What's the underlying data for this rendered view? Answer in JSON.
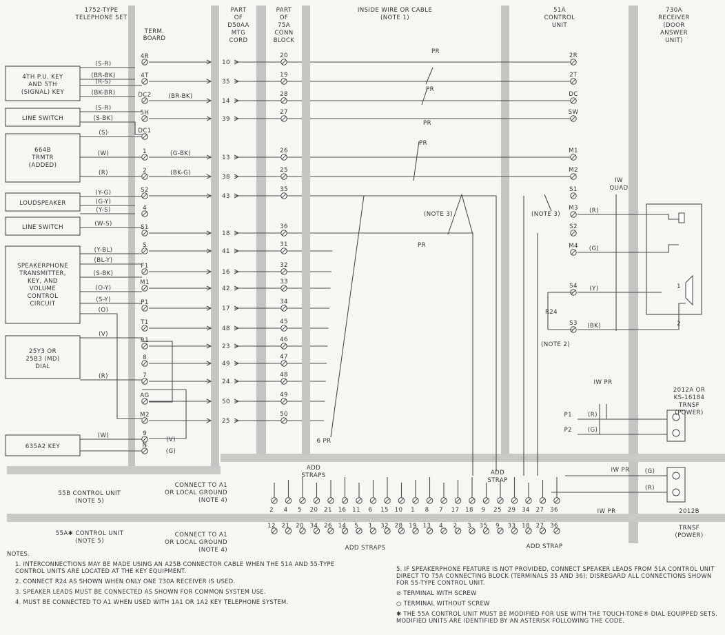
{
  "headers": {
    "set": [
      "1752-TYPE",
      "TELEPHONE SET"
    ],
    "term_board": [
      "TERM.",
      "BOARD"
    ],
    "d50aa": [
      "PART",
      "OF",
      "D50AA",
      "MTG",
      "CORD"
    ],
    "conn75a": [
      "PART",
      "OF",
      "75A",
      "CONN",
      "BLOCK"
    ],
    "inside_wire": [
      "INSIDE WIRE OR CABLE",
      "(NOTE 1)"
    ],
    "unit51a": [
      "51A",
      "CONTROL",
      "UNIT"
    ],
    "receiver": [
      "730A",
      "RECEIVER",
      "(DOOR",
      "ANSWER",
      "UNIT)"
    ]
  },
  "boxes": {
    "key45": [
      "4TH P.U. KEY",
      "AND 5TH",
      "(SIGNAL) KEY"
    ],
    "line_switch_1": "LINE SWITCH",
    "trmtr": [
      "664B",
      "TRMTR",
      "(ADDED)"
    ],
    "loudspeaker": "LOUDSPEAKER",
    "line_switch_2": "LINE SWITCH",
    "spkrphone": [
      "SPEAKERPHONE",
      "TRANSMITTER,",
      "KEY, AND",
      "VOLUME",
      "CONTROL",
      "CIRCUIT"
    ],
    "dial": [
      "25Y3 OR",
      "25B3 (MD)",
      "DIAL"
    ],
    "key635": "635A2 KEY"
  },
  "left_wire_labels": [
    "(S-R)",
    "(BR-BK)",
    "(R-S)",
    "(BK-BR)",
    "(S-R)",
    "(S-BK)",
    "(S)",
    "(W)",
    "(R)",
    "(Y-G)",
    "(G-Y)",
    "(Y-S)",
    "(W-S)",
    "(Y-BL)",
    "(BL-Y)",
    "(S-BK)",
    "(O-Y)",
    "(S-Y)",
    "(O)",
    "(V)",
    "(R)",
    "(W)"
  ],
  "mid_wire_labels": [
    "(BR-BK)",
    "(G-BK)",
    "(BK-G)",
    "(V)",
    "(G)"
  ],
  "term_board_labels": [
    "4R",
    "4T",
    "DC2",
    "5H",
    "DC1",
    "1",
    "2",
    "S2",
    "4",
    "S1",
    "S",
    "F1",
    "M1",
    "P1",
    "T1",
    "R1",
    "8",
    "7",
    "AG",
    "M2",
    "9",
    "N"
  ],
  "cord_numbers": [
    "10",
    "35",
    "14",
    "39",
    "13",
    "38",
    "43",
    "18",
    "41",
    "16",
    "42",
    "17",
    "48",
    "23",
    "49",
    "24",
    "50",
    "25"
  ],
  "block_numbers": [
    "20",
    "19",
    "28",
    "27",
    "26",
    "25",
    "35",
    "36",
    "31",
    "32",
    "33",
    "34",
    "45",
    "46",
    "47",
    "48",
    "49",
    "50"
  ],
  "unit51a_terms": [
    "2R",
    "2T",
    "DC",
    "SW",
    "M1",
    "M2",
    "S1",
    "M3",
    "S2",
    "M4",
    "S4",
    "S3"
  ],
  "pair_labels": [
    "PR",
    "PR",
    "PR",
    "PR",
    "PR",
    "6 PR",
    "IW",
    "QUAD",
    "IW PR",
    "IW PR",
    "IW PR"
  ],
  "note_refs": [
    "(NOTE 3)",
    "(NOTE 3)",
    "(NOTE 2)"
  ],
  "receiver_wires": [
    "(R)",
    "(G)",
    "(Y)",
    "(BK)",
    "1",
    "2",
    "R24"
  ],
  "transformer_top": {
    "title": [
      "2012A OR",
      "KS-16184",
      "TRNSF",
      "(POWER)"
    ],
    "terms": [
      "P1",
      "P2"
    ],
    "wires": [
      "(R)",
      "(G)"
    ]
  },
  "transformer_bottom": {
    "title": [
      "2012B",
      "TRNSF",
      "(POWER)"
    ],
    "wires": [
      "(G)",
      "(R)"
    ]
  },
  "unit55b": {
    "label": [
      "55B CONTROL UNIT",
      "(NOTE 5)"
    ],
    "connect": [
      "CONNECT TO A1",
      "OR LOCAL GROUND",
      "(NOTE 4)"
    ],
    "straps": [
      "ADD",
      "STRAPS"
    ],
    "strap": [
      "ADD",
      "STRAP"
    ],
    "terms": [
      "2",
      "4",
      "5",
      "20",
      "21",
      "16",
      "11",
      "6",
      "15",
      "10",
      "1",
      "8",
      "7",
      "17",
      "18",
      "9",
      "25",
      "29",
      "34",
      "27",
      "36"
    ]
  },
  "unit55a": {
    "label": [
      "55A✱ CONTROL UNIT",
      "(NOTE 5)"
    ],
    "connect": [
      "CONNECT TO A1",
      "OR LOCAL GROUND",
      "(NOTE 4)"
    ],
    "straps": "ADD STRAPS",
    "strap": "ADD STRAP",
    "terms": [
      "12",
      "21",
      "20",
      "34",
      "26",
      "14",
      "5",
      "1",
      "32",
      "28",
      "19",
      "13",
      "4",
      "2",
      "3",
      "35",
      "9",
      "33",
      "18",
      "27",
      "36"
    ]
  },
  "notes": {
    "title": "NOTES.",
    "items": [
      "1. INTERCONNECTIONS MAY BE MADE USING AN A25B CONNECTOR CABLE WHEN THE 51A AND 55-TYPE CONTROL UNITS ARE LOCATED AT THE KEY EQUIPMENT.",
      "2. CONNECT R24 AS SHOWN WHEN ONLY ONE 730A RECEIVER IS USED.",
      "3. SPEAKER LEADS MUST BE CONNECTED AS SHOWN FOR COMMON SYSTEM USE.",
      "4. MUST BE CONNECTED TO A1 WHEN USED WITH 1A1 OR 1A2 KEY TELEPHONE SYSTEM.",
      "5. IF SPEAKERPHONE FEATURE IS NOT PROVIDED, CONNECT SPEAKER LEADS FROM 51A CONTROL UNIT DIRECT TO 75A CONNECTING BLOCK (TERMINALS 35 AND 36); DISREGARD ALL CONNECTIONS SHOWN FOR 55-TYPE CONTROL UNIT."
    ],
    "legend": [
      "⊘ TERMINAL WITH SCREW",
      "○ TERMINAL WITHOUT SCREW",
      "✱ THE 55A CONTROL UNIT MUST BE MODIFIED FOR USE WITH THE TOUCH-TONE® DIAL EQUIPPED SETS. MODIFIED UNITS ARE IDENTIFIED BY AN ASTERISK FOLLOWING THE CODE."
    ]
  }
}
